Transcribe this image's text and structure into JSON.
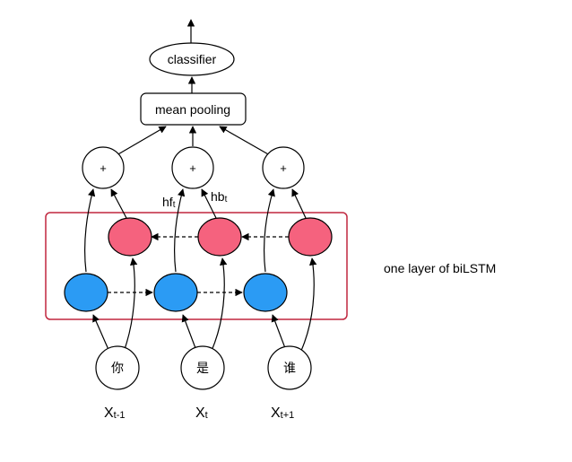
{
  "nodes": {
    "classifier": "classifier",
    "pooling": "mean pooling",
    "plus": [
      "+",
      "+",
      "+"
    ],
    "inputs": [
      "你",
      "是",
      "谁"
    ]
  },
  "x_labels": [
    {
      "main": "X",
      "sub": "t-1"
    },
    {
      "main": "X",
      "sub": "t"
    },
    {
      "main": "X",
      "sub": "t+1"
    }
  ],
  "hidden_labels": {
    "forward": {
      "main": "hf",
      "sub": "t"
    },
    "backward": {
      "main": "hb",
      "sub": "t"
    }
  },
  "layer_label": "one layer of biLSTM",
  "colors": {
    "forward_cell": "#2b9bf4",
    "backward_cell": "#f5627e",
    "layer_box": "#c0273f",
    "stroke": "#000000"
  }
}
